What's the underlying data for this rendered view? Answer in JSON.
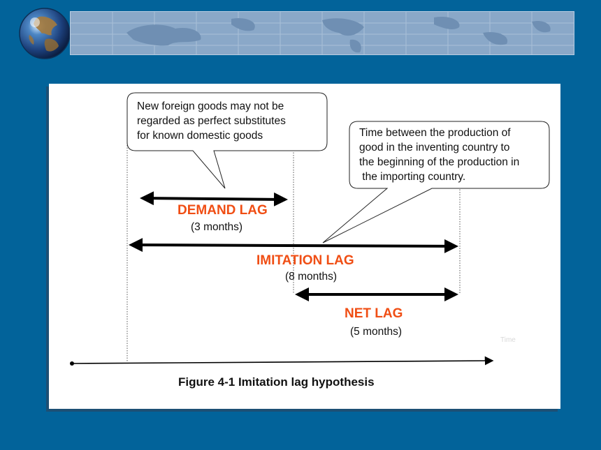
{
  "callouts": {
    "demand_note": {
      "lines": [
        "New foreign goods may not be",
        "regarded as perfect substitutes",
        "for known domestic goods"
      ]
    },
    "imitation_note": {
      "lines": [
        "Time between the production of",
        "good in the inventing country to",
        "the beginning of the production in",
        " the importing country."
      ]
    }
  },
  "lags": {
    "demand": {
      "title": "DEMAND LAG",
      "duration": "(3 months)"
    },
    "imitation": {
      "title": "IMITATION LAG",
      "duration": "(8 months)"
    },
    "net": {
      "title": "NET LAG",
      "duration": "(5 months)"
    }
  },
  "axis": {
    "label": "Time"
  },
  "caption": "Figure 4-1 Imitation lag hypothesis",
  "colors": {
    "background": "#02639a",
    "lag_title": "#f04e14",
    "arrow": "#000000"
  }
}
